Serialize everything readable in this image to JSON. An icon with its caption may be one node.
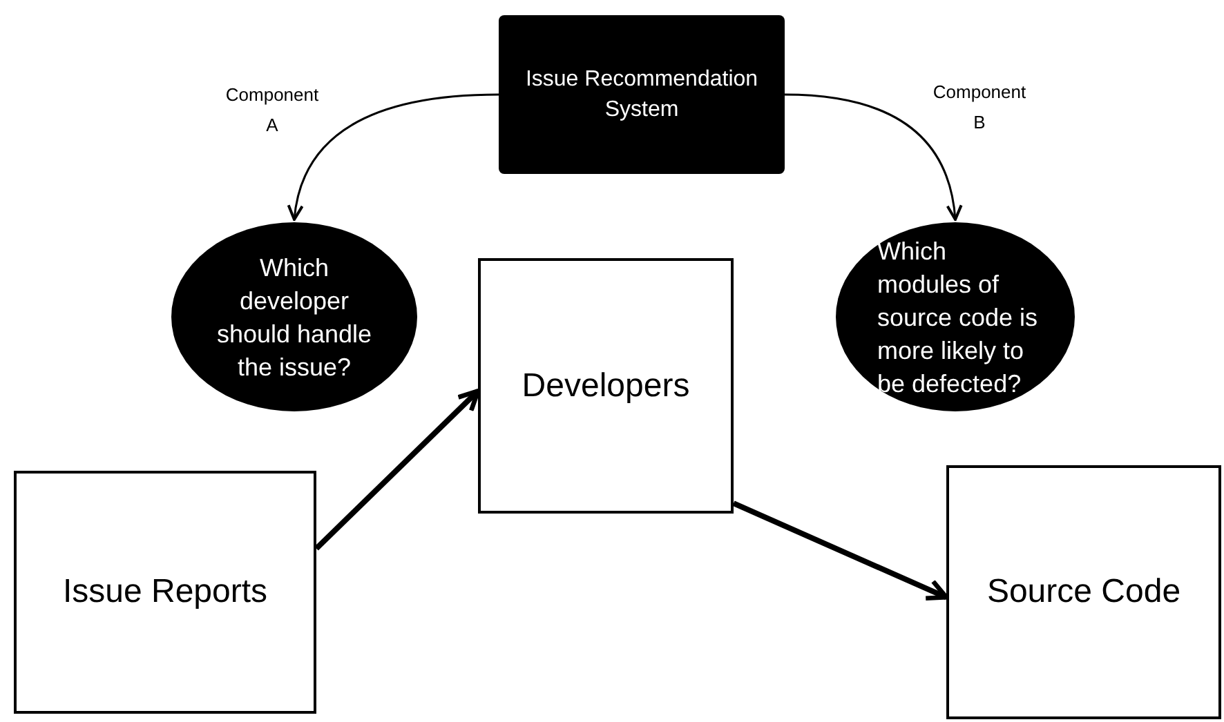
{
  "diagram": {
    "nodes": [
      {
        "text": [
          "Issue Recommendation System"
        ]
      },
      {
        "text": [
          "Which developer should handle the issue?"
        ]
      },
      {
        "text": [
          "Developers"
        ]
      },
      {
        "text": [
          "Which modules of source code is more likely to be defected?"
        ]
      },
      {
        "text": [
          "Issue Reports"
        ]
      },
      {
        "text": [
          "Source Code"
        ]
      }
    ],
    "edges": [
      {
        "from": 0,
        "to": 1,
        "arrow": "to",
        "label": "Component A"
      },
      {
        "from": 0,
        "to": 3,
        "arrow": "to",
        "label": "Component B"
      },
      {
        "from": 4,
        "to": 2,
        "arrow": "to",
        "style": "thick"
      },
      {
        "from": 2,
        "to": 5,
        "arrow": "to",
        "style": "thick"
      }
    ]
  }
}
